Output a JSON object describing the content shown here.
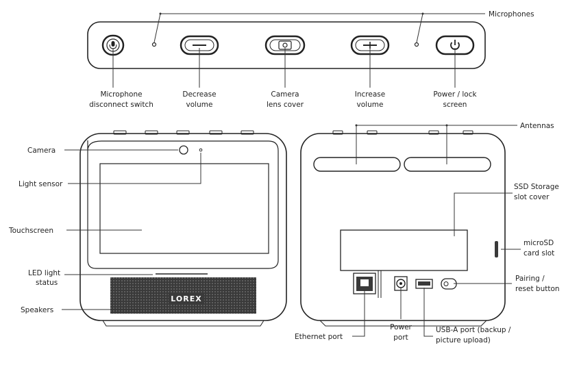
{
  "labels": {
    "microphones": "Microphones",
    "mic_switch": [
      "Microphone",
      "disconnect switch"
    ],
    "decrease": [
      "Decrease",
      "volume"
    ],
    "camera_cover": [
      "Camera",
      "lens cover"
    ],
    "increase": [
      "Increase",
      "volume"
    ],
    "power": [
      "Power / lock",
      "screen"
    ],
    "antennas": "Antennas",
    "camera": "Camera",
    "light_sensor": "Light sensor",
    "touchscreen": "Touchscreen",
    "led": [
      "LED light",
      "status"
    ],
    "speakers": "Speakers",
    "ssd": [
      "SSD Storage",
      "slot cover"
    ],
    "microsd": [
      "microSD",
      "card slot"
    ],
    "pairing": [
      "Pairing /",
      "reset button"
    ],
    "ethernet": "Ethernet port",
    "power_port": [
      "Power",
      "port"
    ],
    "usb": [
      "USB-A port (backup /",
      "picture upload)"
    ]
  },
  "brand": "LOREX",
  "icons": [
    "microphone-icon",
    "minus-icon",
    "camera-icon",
    "plus-icon",
    "power-icon"
  ]
}
